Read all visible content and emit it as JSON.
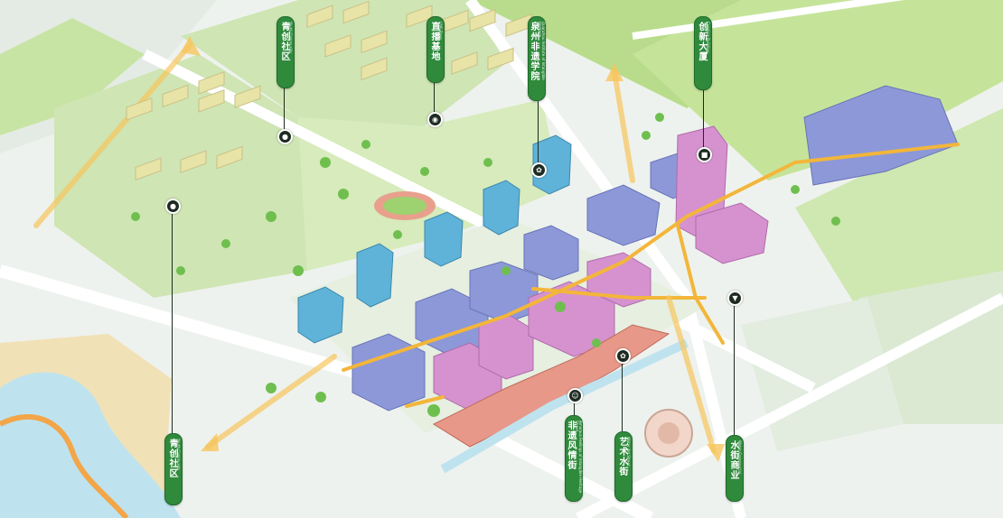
{
  "map": {
    "colors": {
      "green_space": "#b8dc8e",
      "road": "#ffffff",
      "residential": "#e8e3a6",
      "commercial_blue": "#5fb2d8",
      "office_purple": "#8d98d8",
      "culture_pink": "#d592cf",
      "route": "#f3b63a",
      "label_green": "#2f8a3c",
      "water": "#bfe3ee",
      "beach": "#f3dfb0"
    },
    "labels": [
      {
        "id": "youth-community-north",
        "zh": "青创社区",
        "en": "Youth Community",
        "icon": "community-icon"
      },
      {
        "id": "live-base",
        "zh": "直播基地",
        "en": "LIVE Base",
        "icon": "camera-icon"
      },
      {
        "id": "intangible-heritage-institute",
        "zh": "泉州非遗学院",
        "en": "Quanzhou Institute of Intangible Heritage",
        "icon": "culture-icon"
      },
      {
        "id": "creative-building",
        "zh": "创新大厦",
        "en": "Creative Building",
        "icon": "building-icon"
      },
      {
        "id": "youth-community-south",
        "zh": "青创社区",
        "en": "Youth Community",
        "icon": "community-icon"
      },
      {
        "id": "heritage-street",
        "zh": "非遗风情街",
        "en": "Amorous Feelings of Intangible Heritage Street",
        "icon": "person-icon"
      },
      {
        "id": "art-water-street",
        "zh": "艺术水街",
        "en": "Water Art Street",
        "icon": "art-icon"
      },
      {
        "id": "water-commercial",
        "zh": "水街商业",
        "en": "Water Commercial",
        "icon": "shop-icon"
      }
    ]
  }
}
